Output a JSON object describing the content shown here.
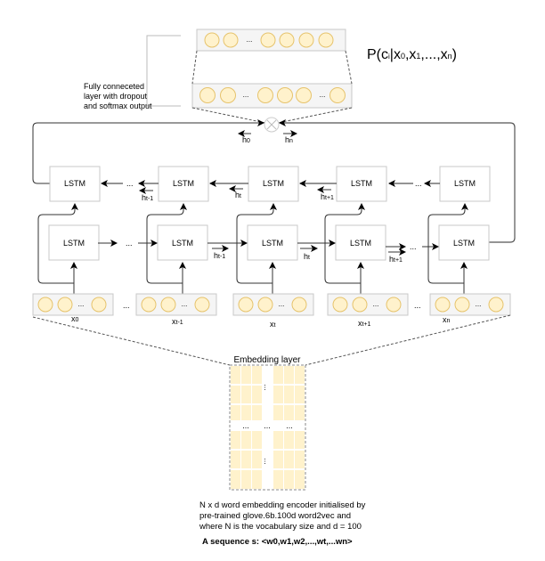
{
  "output_formula": {
    "prefix": "P(c",
    "sub_i": "i",
    "mid": "|x",
    "sub0": "0",
    "comma1": ",x",
    "sub1": "1",
    "dots": ",...,x",
    "subn": "n",
    "close": ")"
  },
  "fc_layer_label": [
    "Fully conneceted",
    "layer with dropout",
    "and softmax output"
  ],
  "merge_op": "⊗",
  "hidden_labels": {
    "h0": {
      "base": "h",
      "sub": "0"
    },
    "hn": {
      "base": "h",
      "sub": "n"
    },
    "bwd_t_minus_1": {
      "base": "h",
      "sub": "t-1"
    },
    "bwd_t": {
      "base": "h",
      "sub": "t"
    },
    "bwd_t_plus_1": {
      "base": "h",
      "sub": "t+1"
    },
    "fwd_t_minus_1": {
      "base": "h",
      "sub": "t-1"
    },
    "fwd_t": {
      "base": "h",
      "sub": "t"
    },
    "fwd_t_plus_1": {
      "base": "h",
      "sub": "t+1"
    }
  },
  "lstm_label": "LSTM",
  "ellipsis": "...",
  "inputs": [
    {
      "base": "x",
      "sub": "0"
    },
    {
      "base": "x",
      "sub": "t-1"
    },
    {
      "base": "x",
      "sub": "t"
    },
    {
      "base": "x",
      "sub": "t+1"
    },
    {
      "base": "x",
      "sub": "n"
    }
  ],
  "embedding_label": "Embedding layer",
  "embedding_description": [
    "N x d word embedding encoder initialised by",
    "pre-trained glove.6b.100d word2vec and",
    "where N is the vocabulary size and d = 100"
  ],
  "sequence_label": "A sequence s: <w0,w1,w2,...,wt,...wn>",
  "colors": {
    "neuron_fill": "#fff2cc",
    "neuron_stroke": "#e6c36c",
    "box_fill": "#f5f5f5",
    "box_stroke": "#c8c8c8"
  }
}
